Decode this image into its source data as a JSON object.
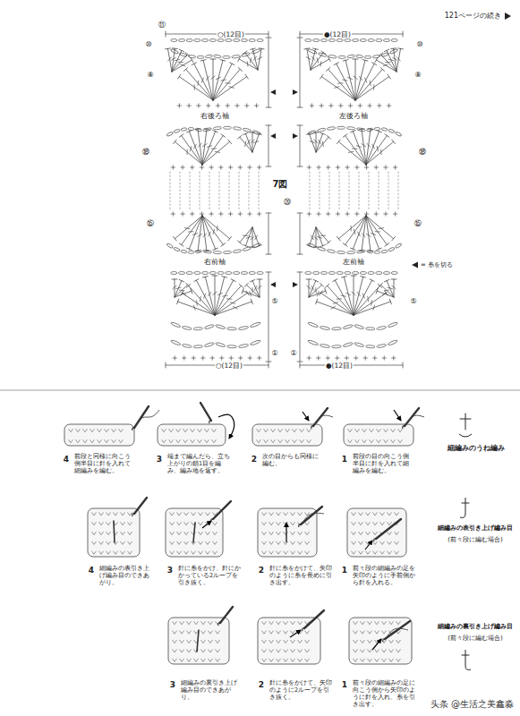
{
  "diagram": {
    "labels": [
      "121ページの続き",
      "⑪",
      "○(12目)",
      "●(12目)",
      "⑩",
      "⑩",
      "⑧",
      "⑧",
      "右後ろ袖",
      "左後ろ袖",
      "⑱",
      "⑱",
      "7図",
      "⑳",
      "⑮",
      "⑮",
      "右前袖",
      "左前袖",
      "⑤",
      "⑤",
      "①",
      "①",
      "○(12目)",
      "●(12目)",
      "4",
      "前段と同様に向こう側半目に針を入れて細編みを編む。",
      "3",
      "端まで編んだら、立ち上がりの鎖1目を編み、編み地を返す。",
      "2",
      "次の目からも同様に編む。",
      "1",
      "前段の目の向こう側半目に針を入れて細編みを編む。",
      "細編みのうね編み",
      "4",
      "細編みの表引き上げ編み目のできあがり。",
      "3",
      "針に糸をかけ、針にかかっている2ループを引き抜く。",
      "2",
      "針に糸をかけて、矢印のように糸を長めに引き出す。",
      "1",
      "前々段の細編みの足を矢印のように手前側から針を入れる。",
      "細編みの表引き上げ編み目",
      "(前々段に編む場合)",
      "3",
      "細編みの裏引き上げ編み目のできあがり。",
      "2",
      "針に糸をかけて、矢印のように2ループを引き抜く。",
      "1",
      "前々段の細編みの足に向こう側から矢印のように針を入れ、糸を引き出す。",
      "細編みの裏引き上げ編み目",
      "(前々段に編む場合)",
      "头条 @生活之美鑫淼"
    ],
    "legend": [
      {
        "text": "= 糸を切る"
      }
    ]
  }
}
